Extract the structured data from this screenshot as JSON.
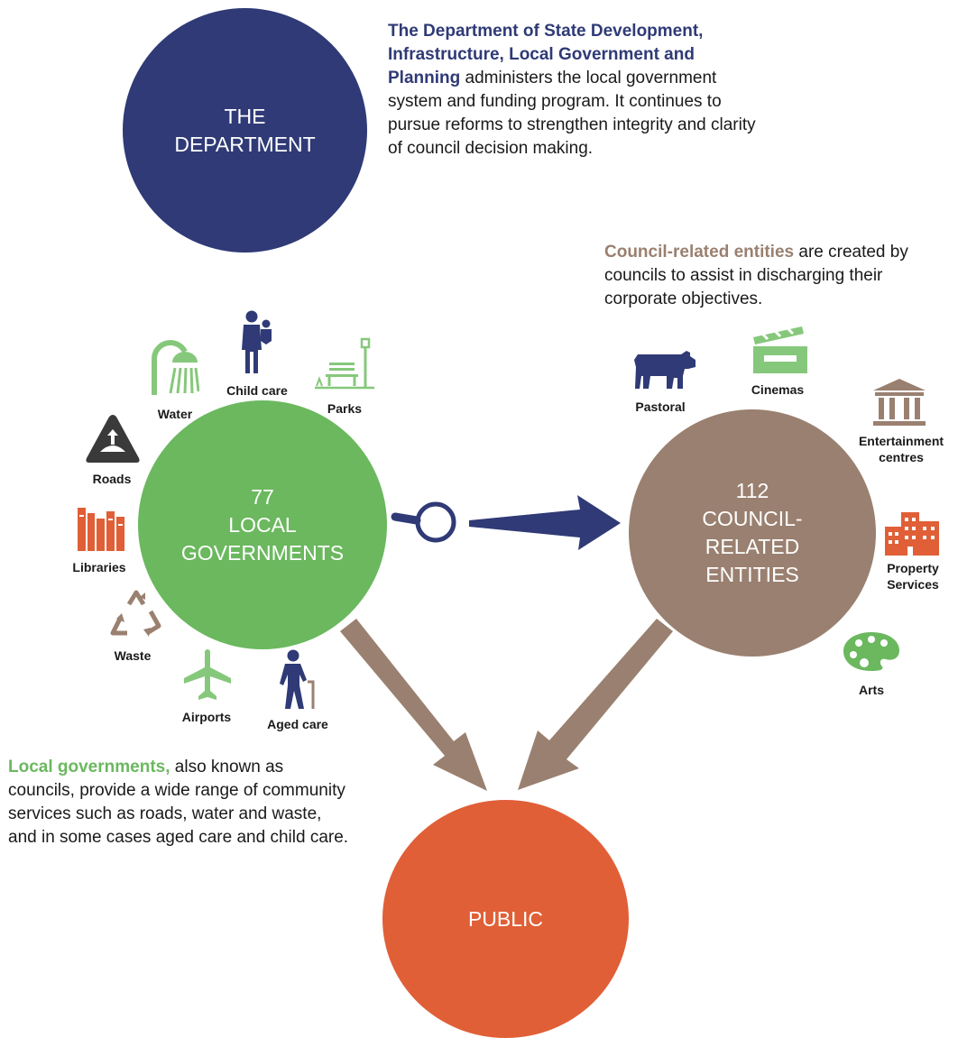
{
  "colors": {
    "department": "#2f3a76",
    "local": "#6bb85f",
    "council_related": "#9a8070",
    "public": "#e05f37",
    "icon_green": "#86c87b",
    "icon_orange": "#e05f37",
    "icon_navy": "#2f3a76",
    "icon_dark": "#3a3a3a",
    "icon_brown": "#9a8070"
  },
  "department": {
    "circle_lines": [
      "THE",
      "DEPARTMENT"
    ],
    "text_bold": "The Department of State Development, Infrastructure, Local Government and Planning",
    "text_rest": " administers the local government system and funding program. It continues to pursue reforms to strengthen integrity and clarity of council decision making."
  },
  "local_governments": {
    "count": "77",
    "circle_lines": [
      "LOCAL",
      "GOVERNMENTS"
    ],
    "text_bold": "Local governments,",
    "text_rest": " also known as councils, provide a wide range of community services such as roads, water and waste, and in some cases aged care and child care.",
    "services": [
      {
        "label": "Child care",
        "icon": "parent-child-icon"
      },
      {
        "label": "Water",
        "icon": "shower-icon"
      },
      {
        "label": "Parks",
        "icon": "park-bench-icon"
      },
      {
        "label": "Roads",
        "icon": "road-sign-icon"
      },
      {
        "label": "Libraries",
        "icon": "books-icon"
      },
      {
        "label": "Waste",
        "icon": "recycle-icon"
      },
      {
        "label": "Airports",
        "icon": "airplane-icon"
      },
      {
        "label": "Aged care",
        "icon": "elderly-person-icon"
      }
    ]
  },
  "council_related": {
    "count": "112",
    "circle_lines": [
      "COUNCIL-",
      "RELATED",
      "ENTITIES"
    ],
    "text_bold": "Council-related entities",
    "text_rest": " are created by councils to assist in discharging their corporate objectives.",
    "entities": [
      {
        "label": "Pastoral",
        "icon": "cow-icon"
      },
      {
        "label": "Cinemas",
        "icon": "clapperboard-icon"
      },
      {
        "label": "Entertainment centres",
        "icon": "building-columns-icon"
      },
      {
        "label": "Property Services",
        "icon": "city-buildings-icon"
      },
      {
        "label": "Arts",
        "icon": "paint-palette-icon"
      }
    ]
  },
  "public": {
    "circle_lines": [
      "PUBLIC"
    ]
  }
}
